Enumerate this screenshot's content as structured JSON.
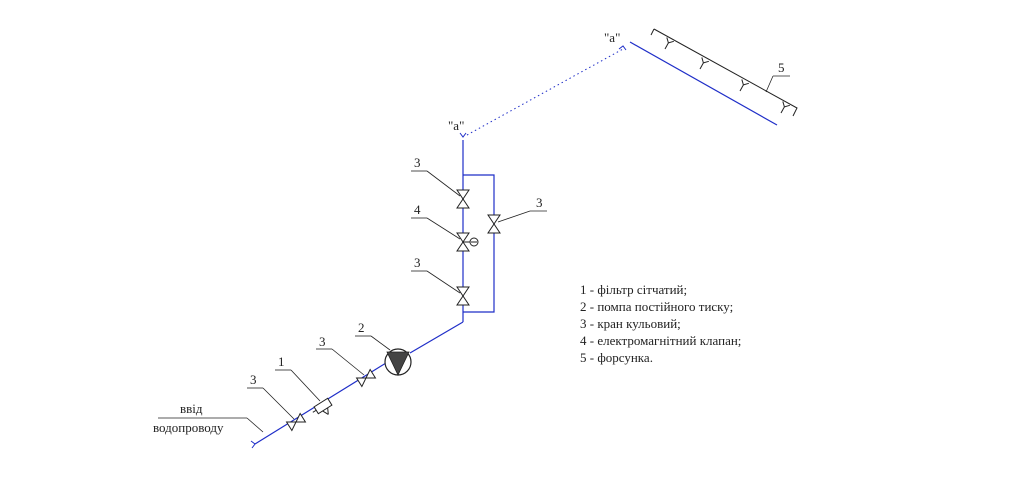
{
  "diagram": {
    "inlet_label_line1": "ввід",
    "inlet_label_line2": "водопроводу",
    "break_label_bottom": "\"а\"",
    "break_label_top": "\"а\"",
    "callout_valve_1": "3",
    "callout_filter": "1",
    "callout_valve_2": "3",
    "callout_pump": "2",
    "callout_valve_top": "3",
    "callout_solenoid": "4",
    "callout_valve_bottom": "3",
    "callout_bypass": "3",
    "callout_nozzles": "5"
  },
  "legend": [
    "1 - фільтр сітчатий;",
    "2 - помпа постійного тиску;",
    "3 - кран кульовий;",
    "4 - електромагнітний клапан;",
    "5 - форсунка."
  ],
  "colors": {
    "pipe": "#1f2ec8",
    "lines": "#222222"
  }
}
